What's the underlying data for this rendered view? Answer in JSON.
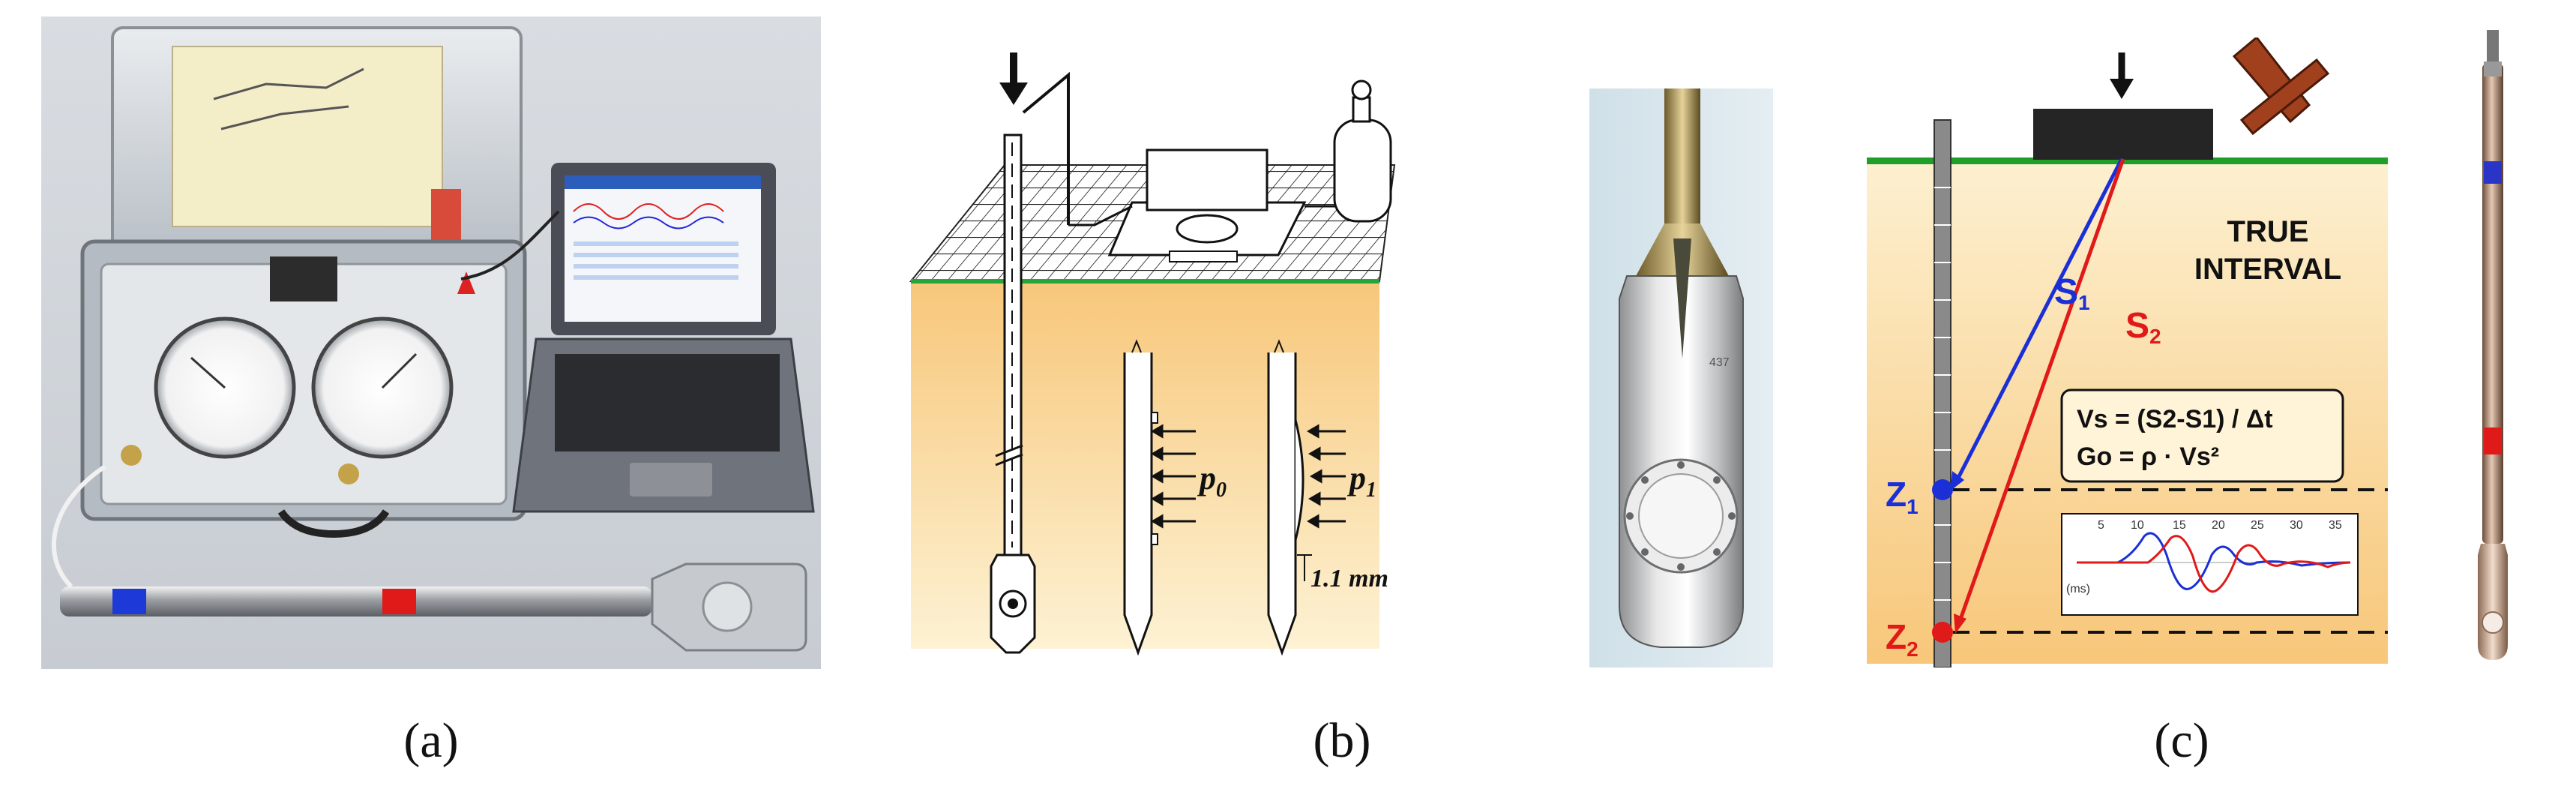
{
  "captions": {
    "a": "(a)",
    "b": "(b)",
    "c": "(c)"
  },
  "diagram_b": {
    "label_p0": "p",
    "label_p0_sub": "0",
    "label_p1": "p",
    "label_p1_sub": "1",
    "label_displacement": "1.1 mm"
  },
  "diagram_c": {
    "title_line1": "TRUE",
    "title_line2": "INTERVAL",
    "s1": "S",
    "s1_sub": "1",
    "s2": "S",
    "s2_sub": "2",
    "z1": "Z",
    "z1_sub": "1",
    "z2": "Z",
    "z2_sub": "2",
    "formula_vs": "Vs = (S2-S1) / Δt",
    "formula_g0": "Go = ρ · Vs²",
    "blade_number": "437",
    "wave_ticks": [
      "5",
      "10",
      "15",
      "20",
      "25",
      "30",
      "35"
    ],
    "wave_unit": "(ms)"
  },
  "colors": {
    "soil_top": "#fdf0d0",
    "soil_bottom": "#f7c77a",
    "grass": "#1f9e2a",
    "s1": "#1a2fd6",
    "s2": "#e01919",
    "hammer": "#a0401c"
  }
}
